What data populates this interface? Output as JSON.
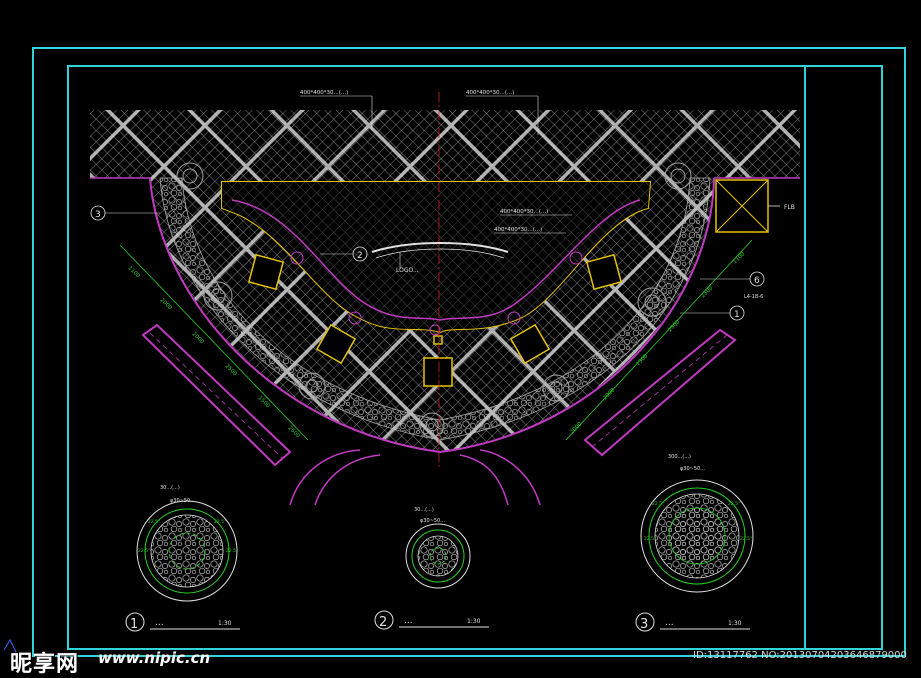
{
  "drawing": {
    "colors": {
      "frame": "#2fd3d8",
      "paving_hatch": "#cfcfcf",
      "boundary": "#c03ac0",
      "dimension": "#27d127",
      "label": "#e0e0e0",
      "axis": "#d02020",
      "gravel": "#bdbdbd",
      "yellow": "#e6c200",
      "tree": "#a0a0a0"
    },
    "top_labels": [
      "400*400*30...(...)",
      "400*400*30...(...)"
    ],
    "center_labels": [
      "400*400*30...(...)",
      "400*400*30...(...)"
    ],
    "logo_label": "LOGO...",
    "right_tag": "FLB",
    "callout_3_left": "3",
    "callout_2_center": "2",
    "callout_6_right": "6",
    "callout_1_right": "1",
    "right_ref": "L4-1B-6",
    "dims_left": [
      "1100",
      "2000",
      "2000",
      "2500",
      "1500",
      "2500"
    ],
    "dims_right": [
      "2000",
      "2000",
      "1500",
      "2500",
      "2500",
      "1100"
    ],
    "detail_titles": [
      "...",
      "...",
      "..."
    ],
    "detail_numbers": [
      "1",
      "2",
      "3"
    ],
    "detail_scales": [
      "1:30",
      "1:30",
      "1:30"
    ],
    "detail_notes": [
      "30...(...)",
      "30...(...)",
      "300...(...)"
    ],
    "detail_sub_notes": [
      "φ30~50...",
      "φ30~50...",
      "φ30~50..."
    ],
    "ring_ticks": [
      "22.5°",
      "22.5°",
      "22.5°",
      "22.5°",
      "22.5°",
      "22.5°",
      "22.5°",
      "22.5°"
    ]
  },
  "watermark": {
    "logo": "昵享网",
    "url": "www.nipic.cn",
    "id": "ID:13117762 NO:20130704203646879000"
  }
}
